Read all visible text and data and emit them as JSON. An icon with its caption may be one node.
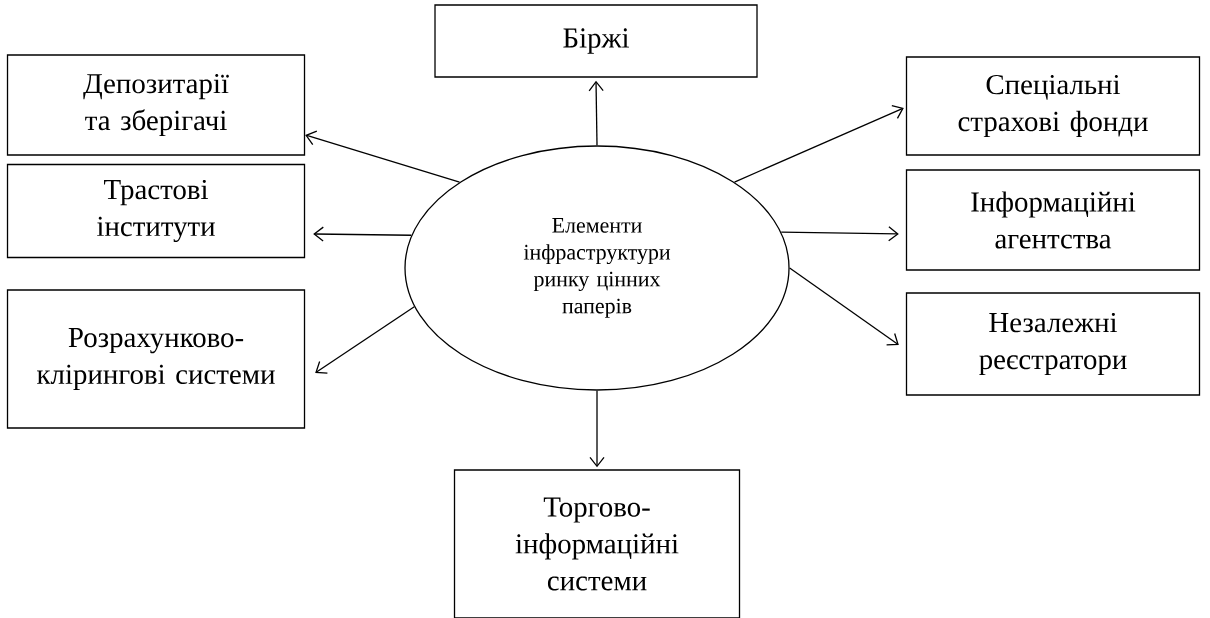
{
  "diagram": {
    "nodes": [
      {
        "text": [
          "Елементи інфраструктури ринку цінних паперів"
        ]
      },
      {
        "text": [
          "Біржі"
        ]
      },
      {
        "text": [
          "Депозитарії та зберігачі"
        ]
      },
      {
        "text": [
          "Спеціальні страхові фонди"
        ]
      },
      {
        "text": [
          "Трастові інститути"
        ]
      },
      {
        "text": [
          "Інформаційні агентства"
        ]
      },
      {
        "text": [
          "Розрахунково-клірингові системи"
        ]
      },
      {
        "text": [
          "Незалежні реєстратори"
        ]
      },
      {
        "text": [
          "Торгово-інформаційні системи"
        ]
      }
    ],
    "edges": [
      {
        "from": 0,
        "to": 1,
        "arrow": "to"
      },
      {
        "from": 0,
        "to": 2,
        "arrow": "to"
      },
      {
        "from": 0,
        "to": 3,
        "arrow": "to"
      },
      {
        "from": 0,
        "to": 4,
        "arrow": "to"
      },
      {
        "from": 0,
        "to": 5,
        "arrow": "to"
      },
      {
        "from": 0,
        "to": 6,
        "arrow": "to"
      },
      {
        "from": 0,
        "to": 7,
        "arrow": "to"
      },
      {
        "from": 0,
        "to": 8,
        "arrow": "to"
      }
    ]
  }
}
